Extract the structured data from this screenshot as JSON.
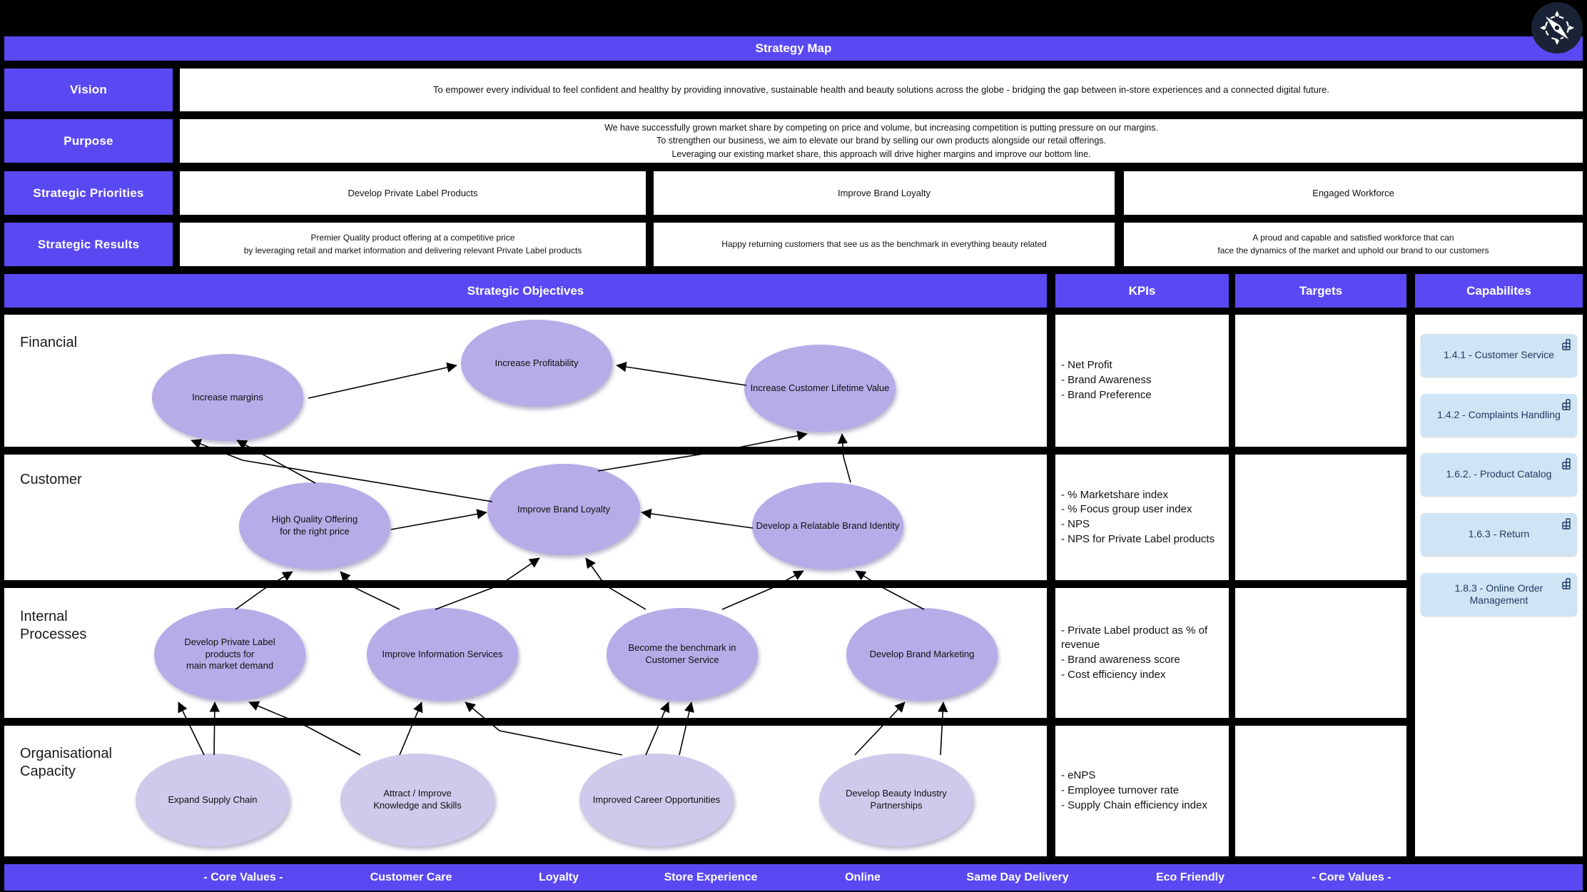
{
  "title": "Strategy Map",
  "colors": {
    "accent": "#5a49f3",
    "node_fill": "#b7abe8",
    "node_fill_light": "#cfc9eb",
    "capability_fill": "#cfe4f4",
    "background": "#000000"
  },
  "logo_icon": "compass-icon",
  "rows": {
    "vision": {
      "label": "Vision",
      "text": "To empower every individual to feel confident and healthy by providing innovative, sustainable health and beauty solutions across the globe - bridging the gap between in-store experiences and a connected digital future."
    },
    "purpose": {
      "label": "Purpose",
      "lines": [
        "We have successfully grown market share by competing on price and volume, but increasing competition is putting pressure on our margins.",
        "To strengthen our business, we aim to elevate our brand by selling our own products alongside our retail offerings.",
        "Leveraging our existing market share, this approach will drive higher margins and improve our bottom line."
      ]
    },
    "priorities": {
      "label": "Strategic Priorities",
      "items": [
        "Develop Private Label Products",
        "Improve Brand Loyalty",
        "Engaged Workforce"
      ]
    },
    "results": {
      "label": "Strategic Results",
      "items": [
        "Premier Quality product offering at a competitive price\nby leveraging retail and market information and delivering relevant Private Label products",
        "Happy returning customers that see us as the benchmark in everything beauty related",
        "A proud and capable and satisfied workforce that can\nface the dynamics of the market and uphold our brand to our customers"
      ]
    }
  },
  "matrix": {
    "headers": [
      "Strategic Objectives",
      "KPIs",
      "Targets",
      "Capabilites"
    ],
    "perspectives": [
      {
        "label": "Financial",
        "kpis": [
          "- Net Profit",
          "- Brand Awareness",
          "- Brand Preference"
        ]
      },
      {
        "label": "Customer",
        "kpis": [
          "- % Marketshare index",
          "- % Focus group user index",
          "- NPS",
          "- NPS for Private Label products"
        ]
      },
      {
        "label": "Internal\nProcesses",
        "kpis": [
          "- Private Label product as % of revenue",
          "- Brand awareness score",
          "- Cost efficiency index"
        ]
      },
      {
        "label": "Organisational\nCapacity",
        "kpis": [
          "- eNPS",
          "- Employee turnover rate",
          "- Supply Chain efficiency index"
        ]
      }
    ],
    "nodes": [
      {
        "row": "Financial",
        "label": "Increase margins"
      },
      {
        "row": "Financial",
        "label": "Increase Profitability"
      },
      {
        "row": "Financial",
        "label": "Increase Customer Lifetime Value"
      },
      {
        "row": "Customer",
        "label": "High Quality Offering\nfor the right price"
      },
      {
        "row": "Customer",
        "label": "Improve Brand Loyalty"
      },
      {
        "row": "Customer",
        "label": "Develop a Relatable Brand Identity"
      },
      {
        "row": "Internal Processes",
        "label": "Develop Private Label\nproducts for\nmain market demand"
      },
      {
        "row": "Internal Processes",
        "label": "Improve Information Services"
      },
      {
        "row": "Internal Processes",
        "label": "Become the benchmark in\nCustomer Service"
      },
      {
        "row": "Internal Processes",
        "label": "Develop Brand Marketing"
      },
      {
        "row": "Organisational Capacity",
        "label": "Expand Supply Chain"
      },
      {
        "row": "Organisational Capacity",
        "label": "Attract / Improve\nKnowledge and Skills"
      },
      {
        "row": "Organisational Capacity",
        "label": "Improved Career Opportunities"
      },
      {
        "row": "Organisational Capacity",
        "label": "Develop Beauty Industry\nPartnerships"
      }
    ],
    "edges": [
      {
        "from": "Increase margins",
        "to": "Increase Profitability"
      },
      {
        "from": "Increase Customer Lifetime Value",
        "to": "Increase Profitability"
      },
      {
        "from": "Improve Brand Loyalty",
        "to": "Increase margins"
      },
      {
        "from": "High Quality Offering for the right price",
        "to": "Increase margins"
      },
      {
        "from": "Improve Brand Loyalty",
        "to": "Increase Customer Lifetime Value"
      },
      {
        "from": "Develop a Relatable Brand Identity",
        "to": "Increase Customer Lifetime Value"
      },
      {
        "from": "High Quality Offering for the right price",
        "to": "Improve Brand Loyalty"
      },
      {
        "from": "Develop a Relatable Brand Identity",
        "to": "Improve Brand Loyalty"
      },
      {
        "from": "Develop Private Label products for main market demand",
        "to": "High Quality Offering for the right price"
      },
      {
        "from": "Improve Information Services",
        "to": "High Quality Offering for the right price"
      },
      {
        "from": "Improve Information Services",
        "to": "Improve Brand Loyalty"
      },
      {
        "from": "Become the benchmark in Customer Service",
        "to": "Improve Brand Loyalty"
      },
      {
        "from": "Become the benchmark in Customer Service",
        "to": "Develop a Relatable Brand Identity"
      },
      {
        "from": "Develop Brand Marketing",
        "to": "Develop a Relatable Brand Identity"
      },
      {
        "from": "Expand Supply Chain",
        "to": "Develop Private Label products for main market demand"
      },
      {
        "from": "Attract / Improve Knowledge and Skills",
        "to": "Develop Private Label products for main market demand"
      },
      {
        "from": "Attract / Improve Knowledge and Skills",
        "to": "Improve Information Services"
      },
      {
        "from": "Improved Career Opportunities",
        "to": "Improve Information Services"
      },
      {
        "from": "Improved Career Opportunities",
        "to": "Become the benchmark in Customer Service"
      },
      {
        "from": "Improved Career Opportunities",
        "to": "Develop Brand Marketing"
      },
      {
        "from": "Develop Beauty Industry Partnerships",
        "to": "Develop Brand Marketing"
      }
    ],
    "capabilities": [
      "1.4.1 - Customer Service",
      "1.4.2 - Complaints Handling",
      "1.6.2. - Product Catalog",
      "1.6.3 - Return",
      "1.8.3 - Online Order Management"
    ]
  },
  "footer": {
    "items": [
      "- Core Values -",
      "Customer Care",
      "Loyalty",
      "Store Experience",
      "Online",
      "Same Day Delivery",
      "Eco Friendly",
      "- Core Values -"
    ]
  }
}
